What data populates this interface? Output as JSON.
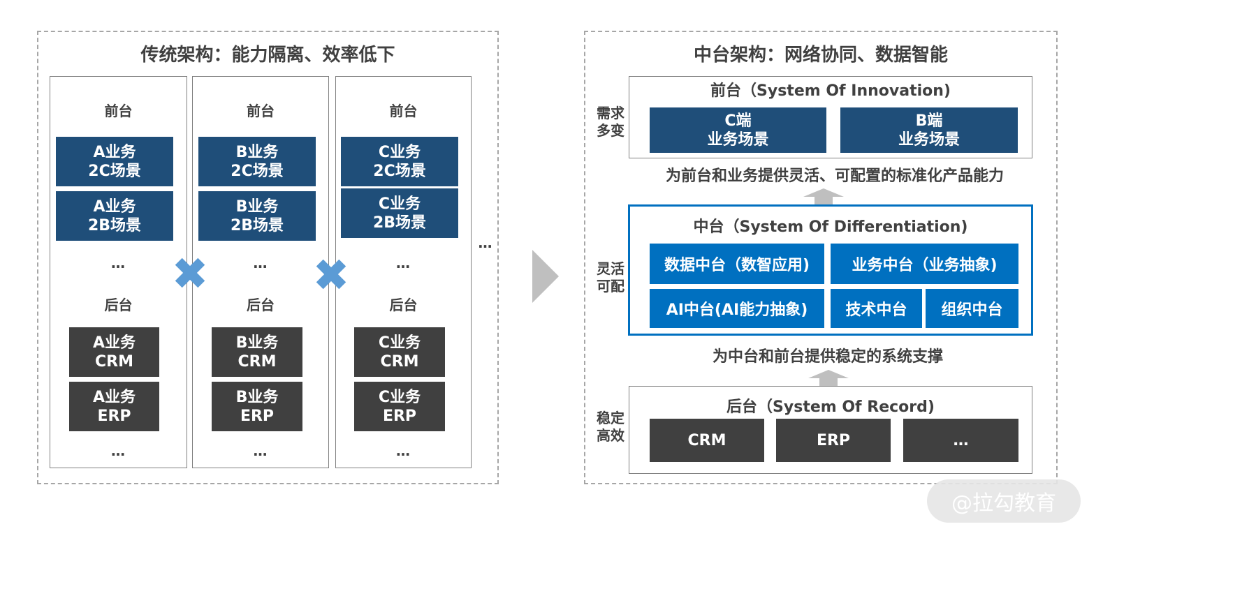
{
  "left": {
    "title": "传统架构：能力隔离、效率低下",
    "columns": [
      {
        "front_label": "前台",
        "front_items": [
          [
            "A业务",
            "2C场景"
          ],
          [
            "A业务",
            "2B场景"
          ]
        ],
        "mid_ellipsis": "…",
        "back_label": "后台",
        "back_items": [
          [
            "A业务",
            "CRM"
          ],
          [
            "A业务",
            "ERP"
          ]
        ],
        "bottom_ellipsis": "…"
      },
      {
        "front_label": "前台",
        "front_items": [
          [
            "B业务",
            "2C场景"
          ],
          [
            "B业务",
            "2B场景"
          ]
        ],
        "mid_ellipsis": "…",
        "back_label": "后台",
        "back_items": [
          [
            "B业务",
            "CRM"
          ],
          [
            "B业务",
            "ERP"
          ]
        ],
        "bottom_ellipsis": "…"
      },
      {
        "front_label": "前台",
        "front_items": [
          [
            "C业务",
            "2C场景"
          ],
          [
            "C业务",
            "2B场景"
          ]
        ],
        "mid_ellipsis": "…",
        "back_label": "后台",
        "back_items": [
          [
            "C业务",
            "CRM"
          ],
          [
            "C业务",
            "ERP"
          ]
        ],
        "bottom_ellipsis": "…"
      }
    ],
    "more": "…"
  },
  "right": {
    "title": "中台架构：网络协同、数据智能",
    "front": {
      "side_label": [
        "需求",
        "多变"
      ],
      "heading": "前台（System Of Innovation)",
      "items": [
        [
          "C端",
          "业务场景"
        ],
        [
          "B端",
          "业务场景"
        ]
      ]
    },
    "caption_top": "为前台和业务提供灵活、可配置的标准化产品能力",
    "middle": {
      "side_label": [
        "灵活",
        "可配"
      ],
      "heading": "中台（System Of Differentiation)",
      "items": [
        "数据中台（数智应用)",
        "业务中台（业务抽象)",
        "AI中台(AI能力抽象)",
        "技术中台",
        "组织中台"
      ]
    },
    "caption_bottom": "为中台和前台提供稳定的系统支撑",
    "back": {
      "side_label": [
        "稳定",
        "高效"
      ],
      "heading": "后台（System Of Record)",
      "items": [
        "CRM",
        "ERP",
        "…"
      ]
    }
  },
  "colors": {
    "front_block": "#1f4e79",
    "back_block": "#404040",
    "middle_block": "#0070c0",
    "middle_border": "#0070c0",
    "cross": "#5b9bd5",
    "arrow": "#bfbfbf"
  },
  "watermark": "@拉勾教育"
}
